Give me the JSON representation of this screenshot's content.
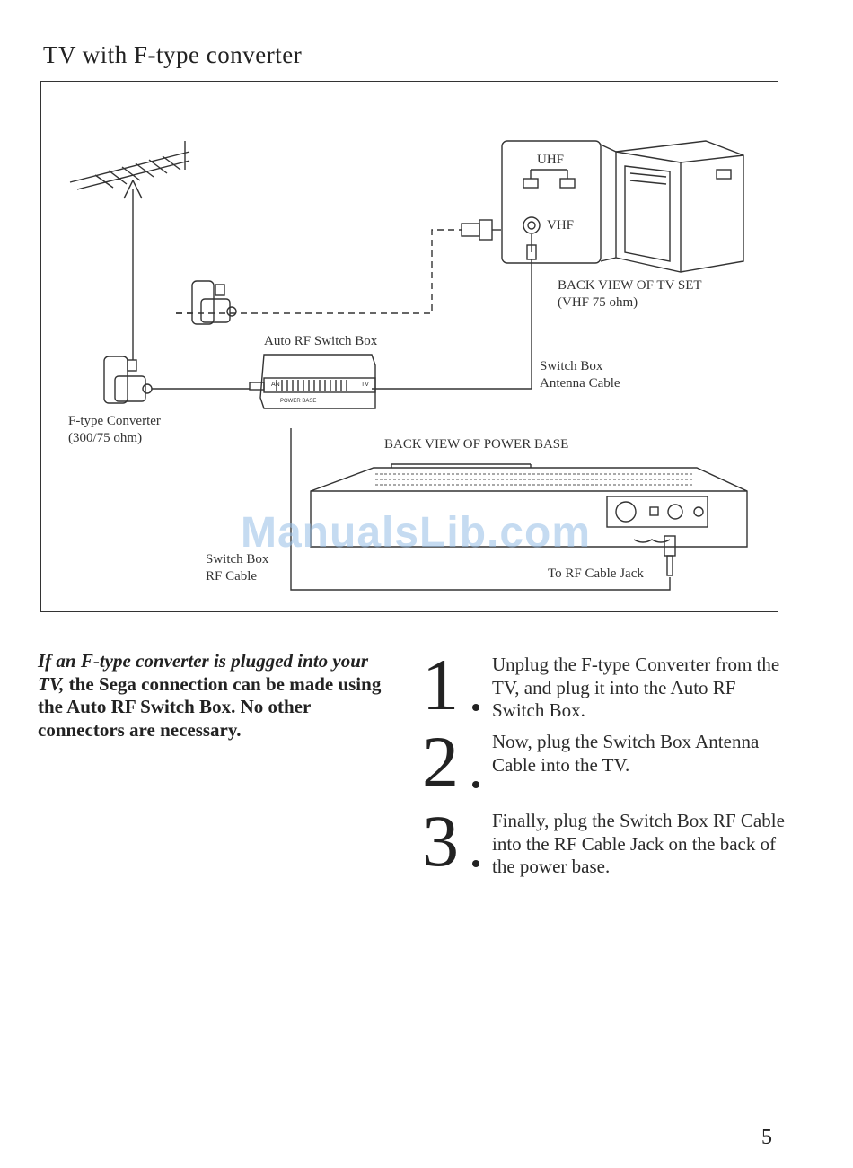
{
  "page": {
    "title": "TV with F-type converter",
    "page_number": "5",
    "watermark": "ManualsLib.com"
  },
  "diagram": {
    "labels": {
      "uhf": "UHF",
      "vhf": "VHF",
      "back_view_tv": "BACK VIEW OF TV SET",
      "vhf_ohm": "(VHF 75 ohm)",
      "auto_rf_switch_box": "Auto RF Switch Box",
      "switch_box_antenna_cable_1": "Switch Box",
      "switch_box_antenna_cable_2": "Antenna Cable",
      "f_type_converter": "F-type Converter",
      "f_type_ohm": "(300/75 ohm)",
      "back_view_power_base": "BACK VIEW OF POWER BASE",
      "switch_box_rf_cable_1": "Switch Box",
      "switch_box_rf_cable_2": "RF Cable",
      "to_rf_cable_jack": "To RF Cable Jack",
      "box_ant": "ANT",
      "box_tv": "TV",
      "box_power_base": "POWER BASE"
    }
  },
  "intro": {
    "lead_italic": "If an F-type converter is plugged into your TV,",
    "rest": " the Sega connection can be made using the Auto RF Switch Box. No other connectors are necessary."
  },
  "steps": [
    {
      "number": "1",
      "text": "Unplug the F-type Converter from the TV, and plug it into the Auto RF Switch Box."
    },
    {
      "number": "2",
      "text": "Now, plug the Switch Box Antenna Cable into the TV."
    },
    {
      "number": "3",
      "text": "Finally, plug the Switch Box RF Cable into the RF Cable Jack on the back of the power base."
    }
  ]
}
